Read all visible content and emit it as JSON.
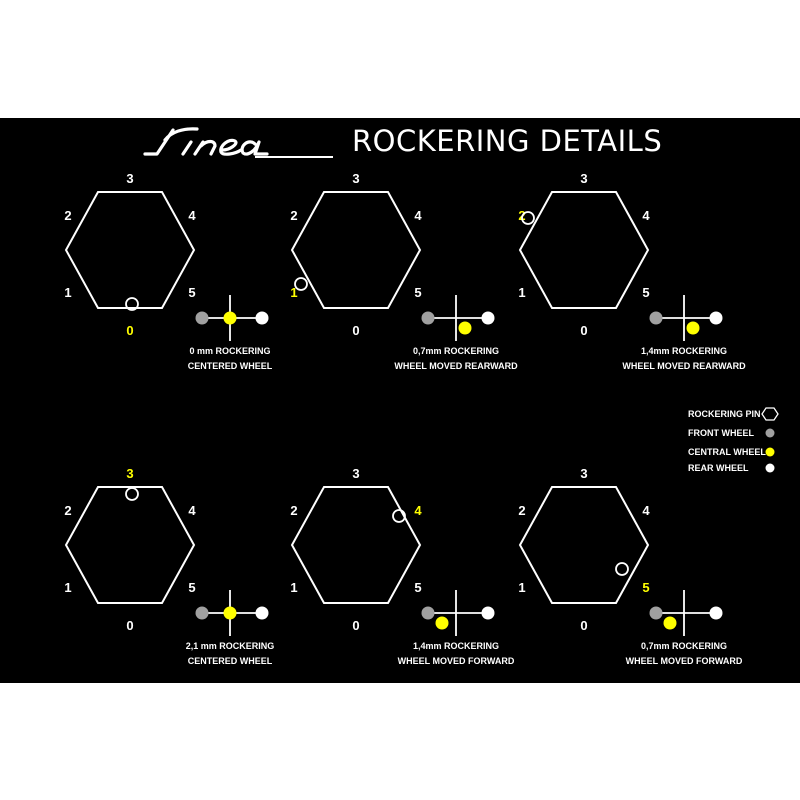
{
  "title": "ROCKERING DETAILS",
  "brand": "Linea",
  "colors": {
    "background": "#000000",
    "line": "#ffffff",
    "highlight": "#ffff00",
    "front_wheel": "#a0a0a0",
    "central_wheel": "#ffff00",
    "rear_wheel": "#ffffff"
  },
  "hex_labels": [
    "0",
    "1",
    "2",
    "3",
    "4",
    "5"
  ],
  "panels": [
    {
      "selected": "0",
      "caption_line1": "0 mm ROCKERING",
      "caption_line2": "CENTERED WHEEL",
      "central_wheel_offset": "center"
    },
    {
      "selected": "1",
      "caption_line1": "0,7mm ROCKERING",
      "caption_line2": "WHEEL MOVED REARWARD",
      "central_wheel_offset": "rearward"
    },
    {
      "selected": "2",
      "caption_line1": "1,4mm ROCKERING",
      "caption_line2": "WHEEL MOVED REARWARD",
      "central_wheel_offset": "rearward"
    },
    {
      "selected": "3",
      "caption_line1": "2,1 mm ROCKERING",
      "caption_line2": "CENTERED WHEEL",
      "central_wheel_offset": "center"
    },
    {
      "selected": "4",
      "caption_line1": "1,4mm ROCKERING",
      "caption_line2": "WHEEL MOVED FORWARD",
      "central_wheel_offset": "forward"
    },
    {
      "selected": "5",
      "caption_line1": "0,7mm ROCKERING",
      "caption_line2": "WHEEL MOVED FORWARD",
      "central_wheel_offset": "forward"
    }
  ],
  "legend": [
    {
      "label": "ROCKERING PIN",
      "icon": "hexagon-icon"
    },
    {
      "label": "FRONT WHEEL",
      "icon": "grey-dot-icon"
    },
    {
      "label": "CENTRAL WHEEL",
      "icon": "yellow-dot-icon"
    },
    {
      "label": "REAR WHEEL",
      "icon": "white-dot-icon"
    }
  ]
}
